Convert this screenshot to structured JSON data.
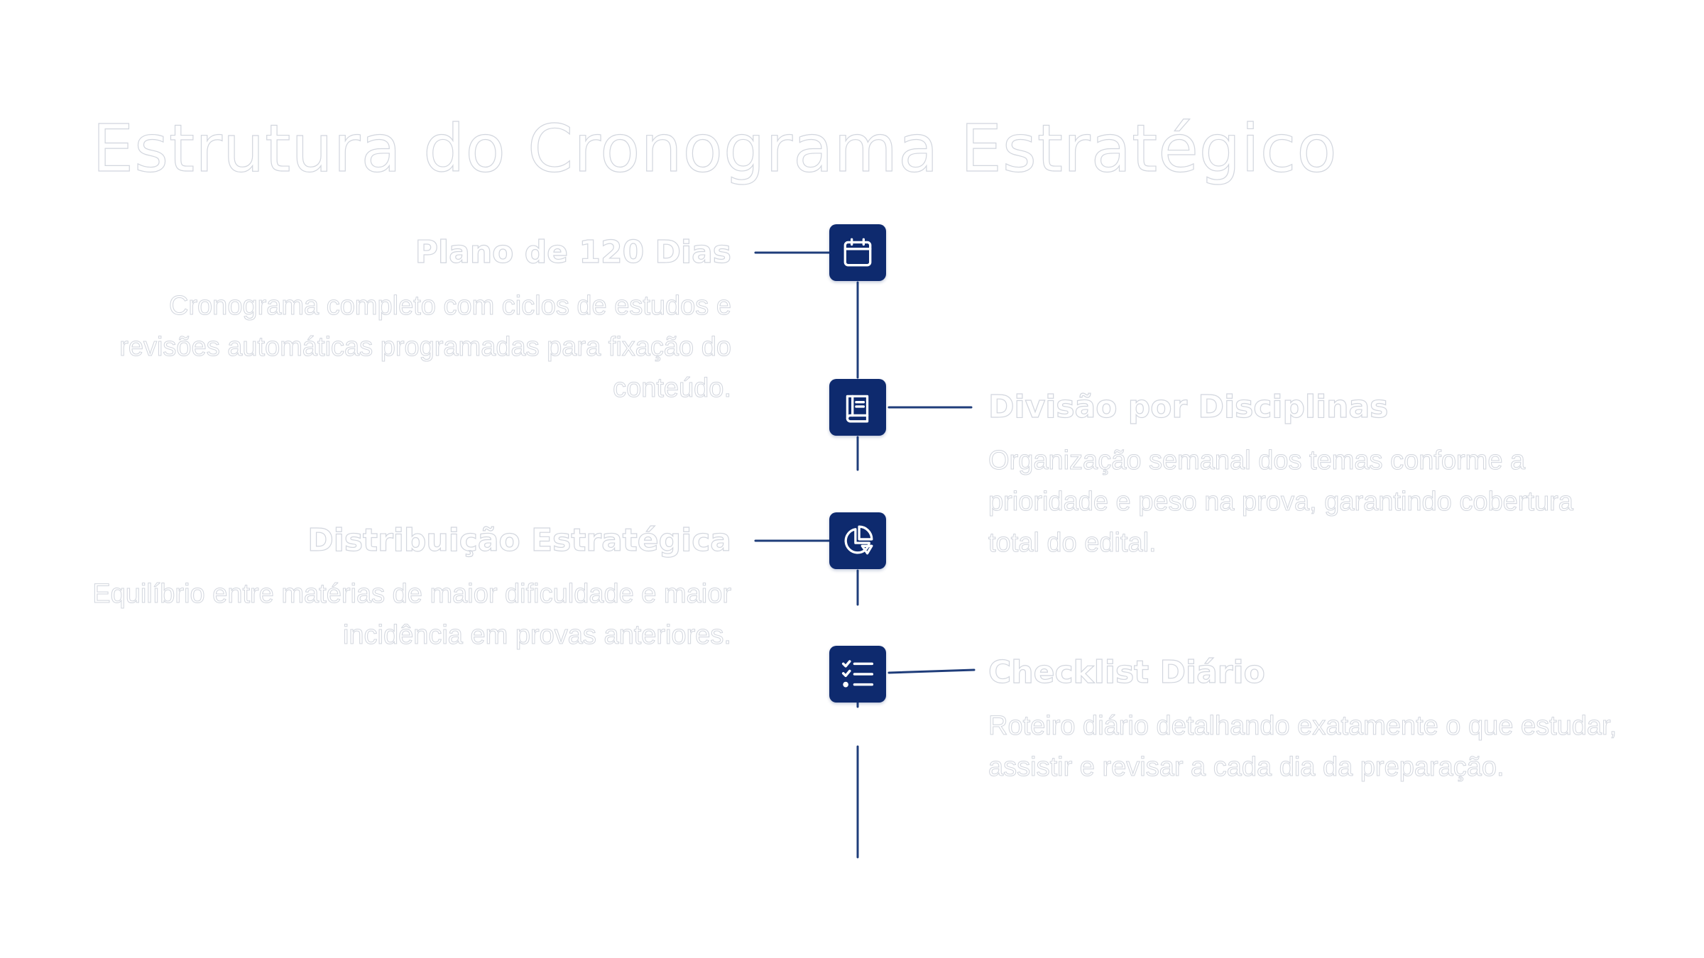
{
  "page": {
    "title": "Estrutura do Cronograma Estratégico"
  },
  "colors": {
    "accent": "#0e2a6e",
    "line": "#1f3d7a",
    "text_outline": "#d2d6de"
  },
  "timeline": {
    "items": [
      {
        "heading": "Plano de 120 Dias",
        "text": "Cronograma completo com ciclos de estudos e revisões automáticas programadas para fixação do conteúdo.",
        "icon": "calendar-icon",
        "side": "left"
      },
      {
        "heading": "Divisão por Disciplinas",
        "text": "Organização semanal dos temas conforme a prioridade e peso na prova, garantindo cobertura total do edital.",
        "icon": "book-icon",
        "side": "right"
      },
      {
        "heading": "Distribuição Estratégica",
        "text": "Equilíbrio entre matérias de maior dificuldade e maior incidência em provas anteriores.",
        "icon": "pie-chart-icon",
        "side": "left"
      },
      {
        "heading": "Checklist Diário",
        "text": "Roteiro diário detalhando exatamente o que estudar, assistir e revisar a cada dia da preparação.",
        "icon": "checklist-icon",
        "side": "right"
      }
    ]
  }
}
